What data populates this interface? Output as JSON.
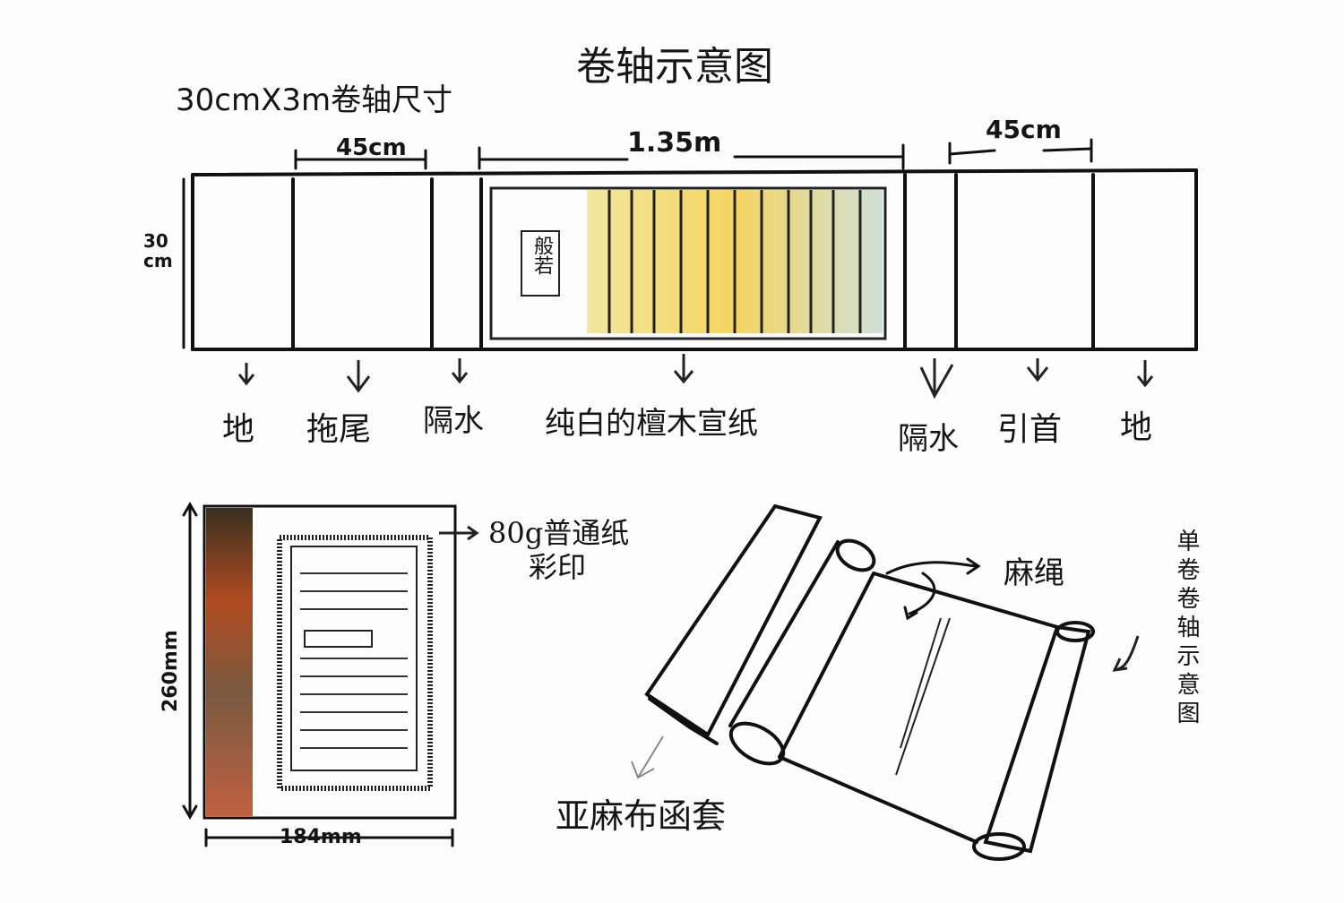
{
  "title": "卷轴示意图",
  "size_label": "30cmX3m卷轴尺寸",
  "dimensions": {
    "left_segment": "45cm",
    "center": "1.35m",
    "right_segment": "45cm",
    "height": "30 cm"
  },
  "segments": [
    "地",
    "拖尾",
    "隔水",
    "纯白的檀木宣纸",
    "隔水",
    "引首",
    "地"
  ],
  "seal_text": "般若",
  "book": {
    "height": "260mm",
    "width": "184mm",
    "paper_label": "80g普通纸",
    "print_label": "彩印"
  },
  "scroll": {
    "rope_label": "麻绳",
    "case_label": "亚麻布函套",
    "caption": "单卷卷轴示意图"
  }
}
